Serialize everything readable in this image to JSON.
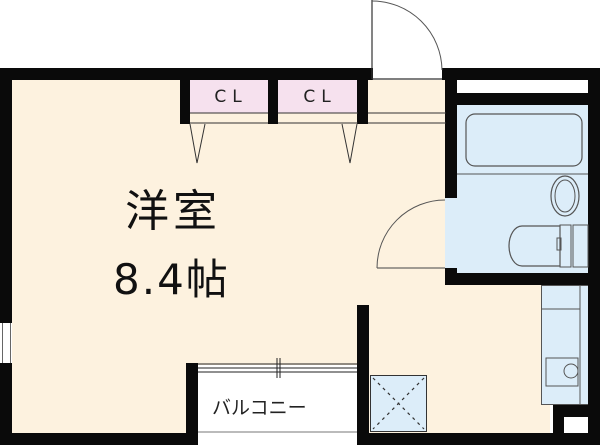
{
  "floor_plan": {
    "main_room": {
      "name": "洋室",
      "size": "8.4帖"
    },
    "closets": [
      {
        "label": "CL"
      },
      {
        "label": "CL"
      }
    ],
    "balcony": {
      "label": "バルコニー"
    },
    "colors": {
      "wall": "#0a0a0a",
      "room_fill": "#fdf2df",
      "closet_fill": "#f6e1ee",
      "wet_area_fill": "#dcedf9",
      "exterior": "#ffffff"
    }
  }
}
